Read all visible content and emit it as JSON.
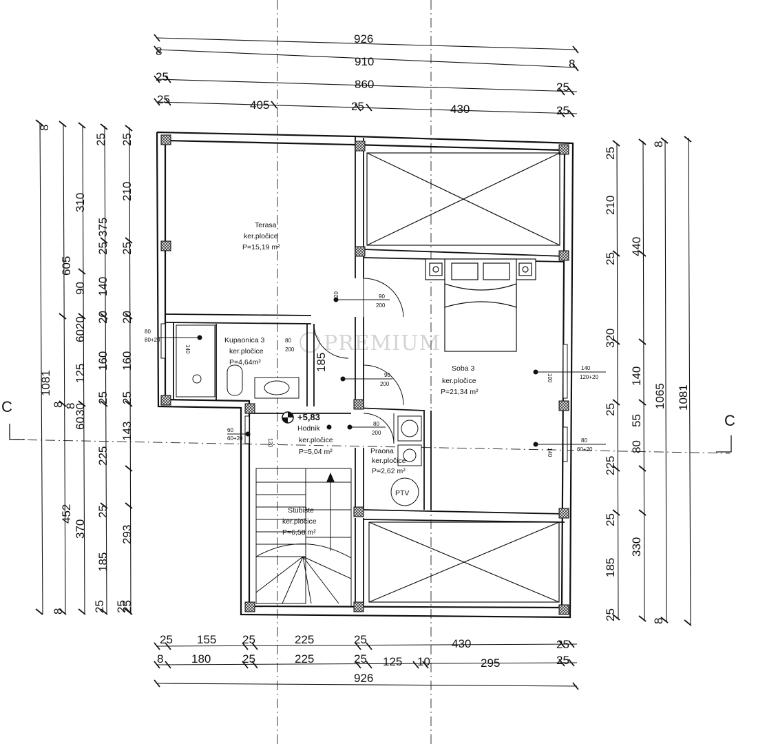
{
  "watermark": "PREMIUM",
  "section_label": "C",
  "top_dims": {
    "r1": [
      "926"
    ],
    "r2": [
      "8",
      "910",
      "8"
    ],
    "r3": [
      "25",
      "860",
      "25"
    ],
    "r4": [
      "25",
      "405",
      "25",
      "430",
      "25"
    ]
  },
  "bottom_dims": {
    "r1": [
      "25",
      "155",
      "25",
      "225",
      "25",
      "430",
      "25"
    ],
    "r2": [
      "8",
      "180",
      "25",
      "225",
      "25",
      "125",
      "10",
      "295",
      "25"
    ],
    "r3": [
      "926"
    ]
  },
  "left_dims": {
    "c1": [
      "8",
      "1081",
      "8"
    ],
    "c2": [
      "605",
      "8",
      "452"
    ],
    "c3": [
      "310",
      "90",
      "6020",
      "125",
      "8",
      "60",
      "30",
      "370",
      "185",
      "25"
    ],
    "c4": [
      "25",
      "375",
      "25",
      "140",
      "20",
      "160",
      "25",
      "225",
      "25",
      "25"
    ],
    "c5": [
      "25",
      "210",
      "25",
      "20",
      "160",
      "25",
      "143",
      "293",
      "25"
    ]
  },
  "right_dims": {
    "c1": [
      "25",
      "210",
      "25",
      "320",
      "140",
      "25",
      "55",
      "80",
      "225",
      "25",
      "185",
      "25"
    ],
    "c2": [
      "440",
      "330"
    ],
    "c3": [
      "8",
      "1065",
      "8"
    ],
    "c4": [
      "1081"
    ]
  },
  "rooms": {
    "terasa": {
      "name": "Terasa",
      "finish": "ker.pločice",
      "area": "P=15,19 m²"
    },
    "kupaonica": {
      "name": "Kupaonica 3",
      "finish": "ker.pločice",
      "area": "P=4,64m²"
    },
    "soba": {
      "name": "Soba 3",
      "finish": "ker.pločice",
      "area": "P=21,34 m²"
    },
    "hodnik": {
      "name": "Hodnik",
      "finish": "ker.pločice",
      "area": "P=5,04 m²"
    },
    "praona": {
      "name": "Praona",
      "finish": "ker.pločice",
      "area": "P=2,62 m²"
    },
    "stubiste": {
      "name": "Stubište",
      "finish": "ker.pločice",
      "area": "P=6,58 m²"
    }
  },
  "level_mark": "+5,83",
  "openings": {
    "w_terasa": [
      "90",
      "200"
    ],
    "w_bath": [
      "80",
      "200"
    ],
    "w_soba": [
      "90",
      "200"
    ],
    "w_praona": [
      "80",
      "200"
    ],
    "l_bath": [
      "80",
      "80+20"
    ],
    "l_hall": [
      "60",
      "60+20"
    ],
    "r_soba1": [
      "140",
      "120+20"
    ],
    "r_soba2": [
      "80",
      "60+20"
    ],
    "v1": "140",
    "v2": "20",
    "v3": "185",
    "v4": "120",
    "v5": "100",
    "v6": "140"
  },
  "fixture_label": "PTV"
}
